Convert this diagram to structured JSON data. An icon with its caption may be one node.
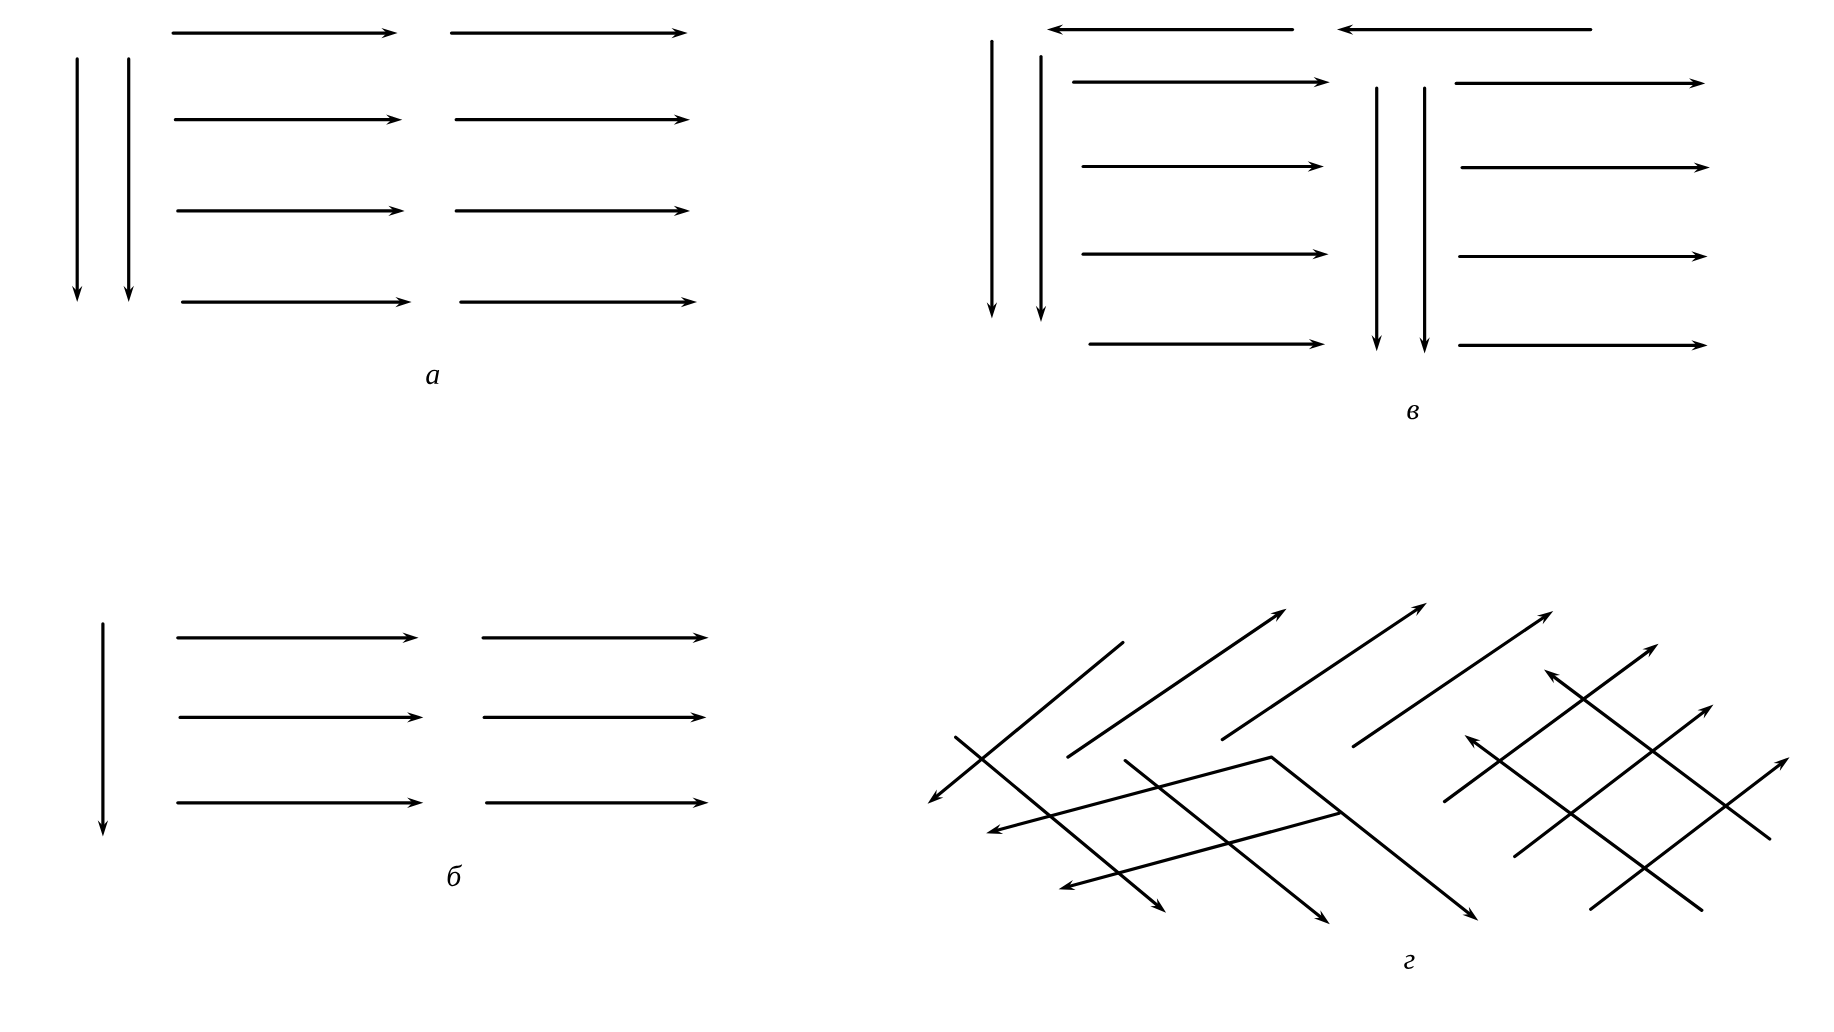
{
  "diagram": {
    "labels": [
      "а",
      "в",
      "б",
      "г"
    ]
  }
}
